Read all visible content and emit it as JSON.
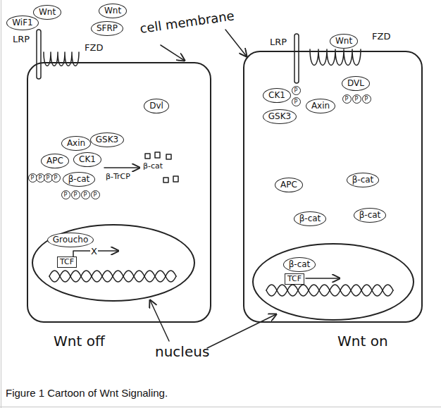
{
  "diagram": {
    "caption": "Figure 1 Cartoon of Wnt Signaling.",
    "nodes": [
      {
        "text": [
          "WiF1"
        ]
      },
      {
        "text": [
          "Wnt"
        ]
      },
      {
        "text": [
          "SFRP"
        ]
      },
      {
        "text": [
          "Wnt"
        ]
      },
      {
        "text": [
          "Wnt off"
        ]
      },
      {
        "text": [
          "Dvl"
        ],
        "in": 4
      },
      {
        "text": [
          "Axin"
        ],
        "in": 4
      },
      {
        "text": [
          "GSK3"
        ],
        "in": 4
      },
      {
        "text": [
          "APC"
        ],
        "in": 4
      },
      {
        "text": [
          "CK1"
        ],
        "in": 4
      },
      {
        "text": [
          "P"
        ],
        "in": 4
      },
      {
        "text": [
          "P"
        ],
        "in": 4
      },
      {
        "text": [
          "P"
        ],
        "in": 4
      },
      {
        "text": [
          "P"
        ],
        "in": 4
      },
      {
        "text": [
          "β-cat"
        ],
        "in": 4
      },
      {
        "text": [
          "P"
        ],
        "in": 4
      },
      {
        "text": [
          "P"
        ],
        "in": 4
      },
      {
        "text": [
          "P"
        ],
        "in": 4
      },
      {
        "text": [
          "P"
        ],
        "in": 4
      },
      {
        "text": [],
        "in": 4
      },
      {
        "text": [
          "Groucho"
        ],
        "in": 19
      },
      {
        "text": [
          "TCF"
        ],
        "in": 19
      },
      {
        "text": [
          "Wnt"
        ]
      },
      {
        "text": [
          "Wnt on"
        ]
      },
      {
        "text": [
          "CK1"
        ],
        "in": 23
      },
      {
        "text": [
          "P"
        ],
        "in": 23
      },
      {
        "text": [
          "P"
        ],
        "in": 23
      },
      {
        "text": [
          "GSK3"
        ],
        "in": 23
      },
      {
        "text": [
          "Axin"
        ],
        "in": 23
      },
      {
        "text": [
          "DVL"
        ],
        "in": 23
      },
      {
        "text": [
          "P"
        ],
        "in": 23
      },
      {
        "text": [
          "P"
        ],
        "in": 23
      },
      {
        "text": [
          "P"
        ],
        "in": 23
      },
      {
        "text": [
          "APC"
        ],
        "in": 23
      },
      {
        "text": [
          "β-cat"
        ],
        "in": 23
      },
      {
        "text": [
          "β-cat"
        ],
        "in": 23
      },
      {
        "text": [
          "β-cat"
        ],
        "in": 23
      },
      {
        "text": [],
        "in": 23
      },
      {
        "text": [
          "β-cat"
        ],
        "in": 37
      },
      {
        "text": [
          "TCF"
        ],
        "in": 37
      }
    ],
    "labels": [
      "LRP",
      "FZD",
      "cell membrane",
      "β-TrCP",
      "β-cat",
      "X",
      "LRP",
      "FZD",
      "nucleus"
    ]
  }
}
